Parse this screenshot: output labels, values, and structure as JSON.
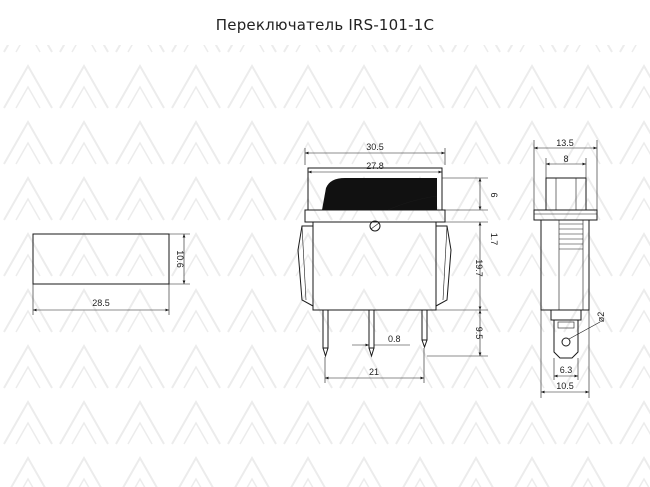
{
  "title": "Переключатель IRS-101-1C",
  "colors": {
    "line": "#1a1a1a",
    "background": "#ffffff",
    "rocker": "#111111",
    "watermark": "#e9e9e9"
  },
  "dimensions": {
    "rect_height": "10.6",
    "rect_width": "28.5",
    "outer_width": "30.5",
    "inner_width": "27.8",
    "rocker_height": "6",
    "ledge_height": "1.7",
    "body_height": "19.7",
    "pin_length": "9.5",
    "pin_thickness": "0.8",
    "pin_spacing": "21",
    "side_width": "13.5",
    "side_inner": "8",
    "hole_diameter": "ø2",
    "terminal_width": "6.3",
    "base_width": "10.5"
  }
}
